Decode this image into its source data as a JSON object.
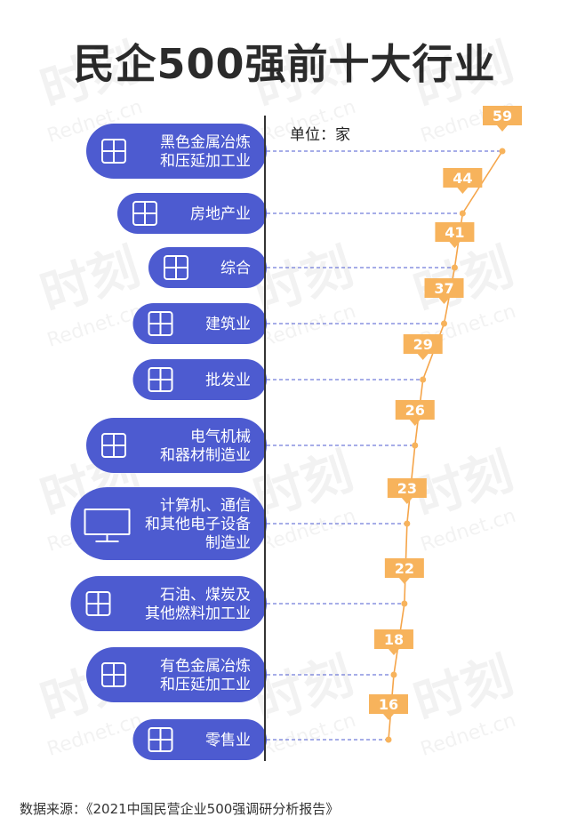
{
  "title": "民企500强前十大行业",
  "unit_label": "单位：家",
  "source": "数据来源：《2021中国民营企业500强调研分析报告》",
  "watermark": [
    "时刻",
    "Rednet.cn"
  ],
  "chart_data": {
    "type": "line",
    "title": "民企500强前十大行业",
    "unit": "单位：家",
    "categories": [
      "黑色金属冶炼\n和压延加工业",
      "房地产业",
      "综合",
      "建筑业",
      "批发业",
      "电气机械\n和器材制造业",
      "计算机、通信\n和其他电子设备\n制造业",
      "石油、煤炭及\n其他燃料加工业",
      "有色金属冶炼\n和压延加工业",
      "零售业"
    ],
    "values": [
      59,
      44,
      41,
      37,
      29,
      26,
      23,
      22,
      18,
      16
    ],
    "icons": [
      "metal-ingot-icon",
      "house-yuan-icon",
      "grid-icon",
      "buildings-icon",
      "shelf-icon",
      "electric-machine-icon",
      "monitor-icon",
      "oil-barrel-icon",
      "crystal-icon",
      "shopping-cart-icon"
    ],
    "colors": {
      "pill": "#4d5bd0",
      "marker": "#f7b35c",
      "line": "#f5a54a",
      "guide": "#4d5bd0",
      "axis": "#333333"
    }
  }
}
